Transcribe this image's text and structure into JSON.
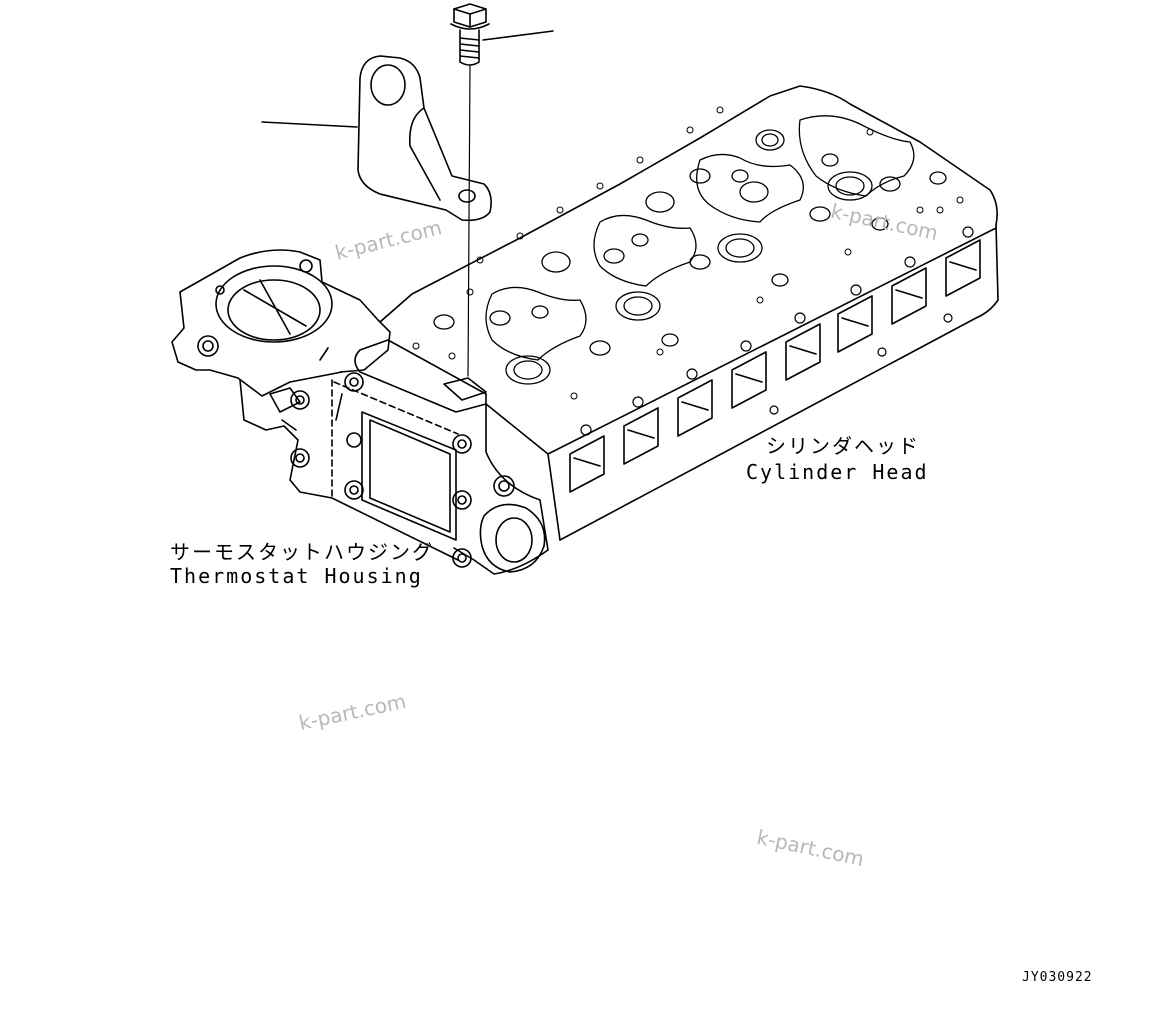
{
  "labels": {
    "cylinder_head_jp": "シリンダヘッド",
    "cylinder_head_en": "Cylinder Head",
    "thermostat_housing_jp": "サーモスタットハウジング",
    "thermostat_housing_en": "Thermostat Housing"
  },
  "watermarks": [
    "k-part.com",
    "k-part.com",
    "k-part.com",
    "k-part.com"
  ],
  "figure_code": "JY030922"
}
